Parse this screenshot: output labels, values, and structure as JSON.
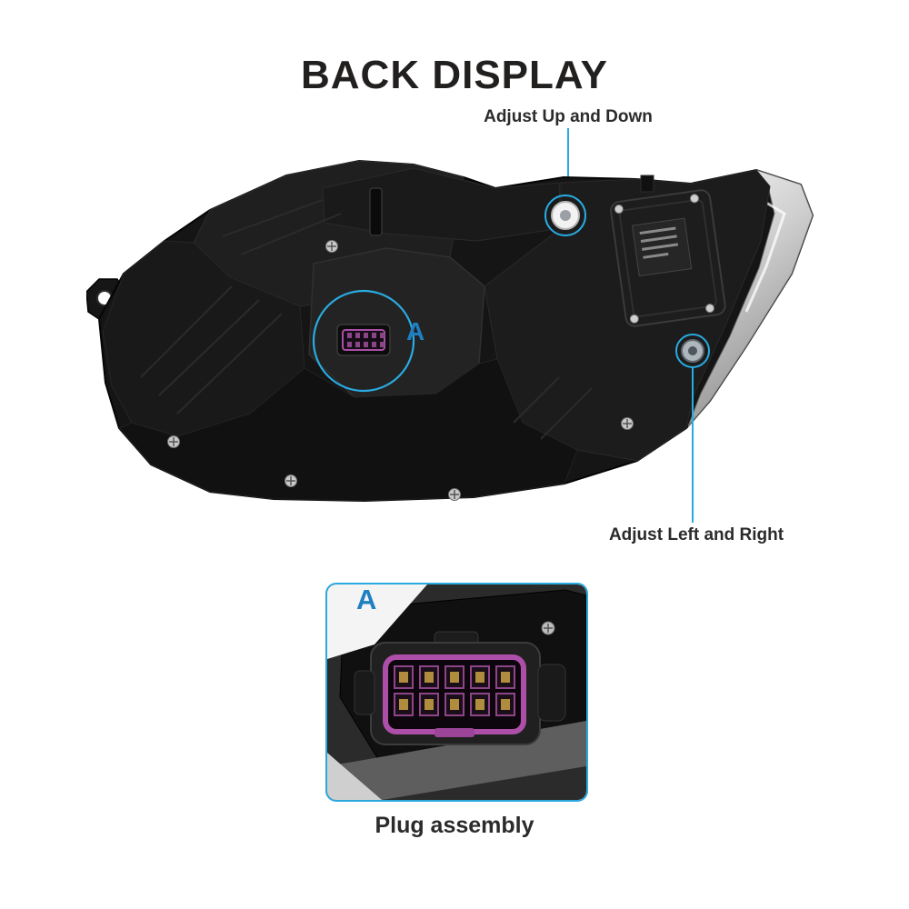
{
  "page": {
    "title": "BACK DISPLAY"
  },
  "colors": {
    "accent_cyan": "#29ABE2",
    "marker_blue": "#1E7FC2",
    "text_dark": "#231F20",
    "connector_purple": "#A94FA5",
    "chrome_light": "#E8E8E8"
  },
  "callouts": {
    "up_down_label": "Adjust Up and Down",
    "left_right_label": "Adjust Left and Right",
    "marker_a": "A"
  },
  "inset": {
    "marker": "A",
    "caption": "Plug assembly"
  }
}
